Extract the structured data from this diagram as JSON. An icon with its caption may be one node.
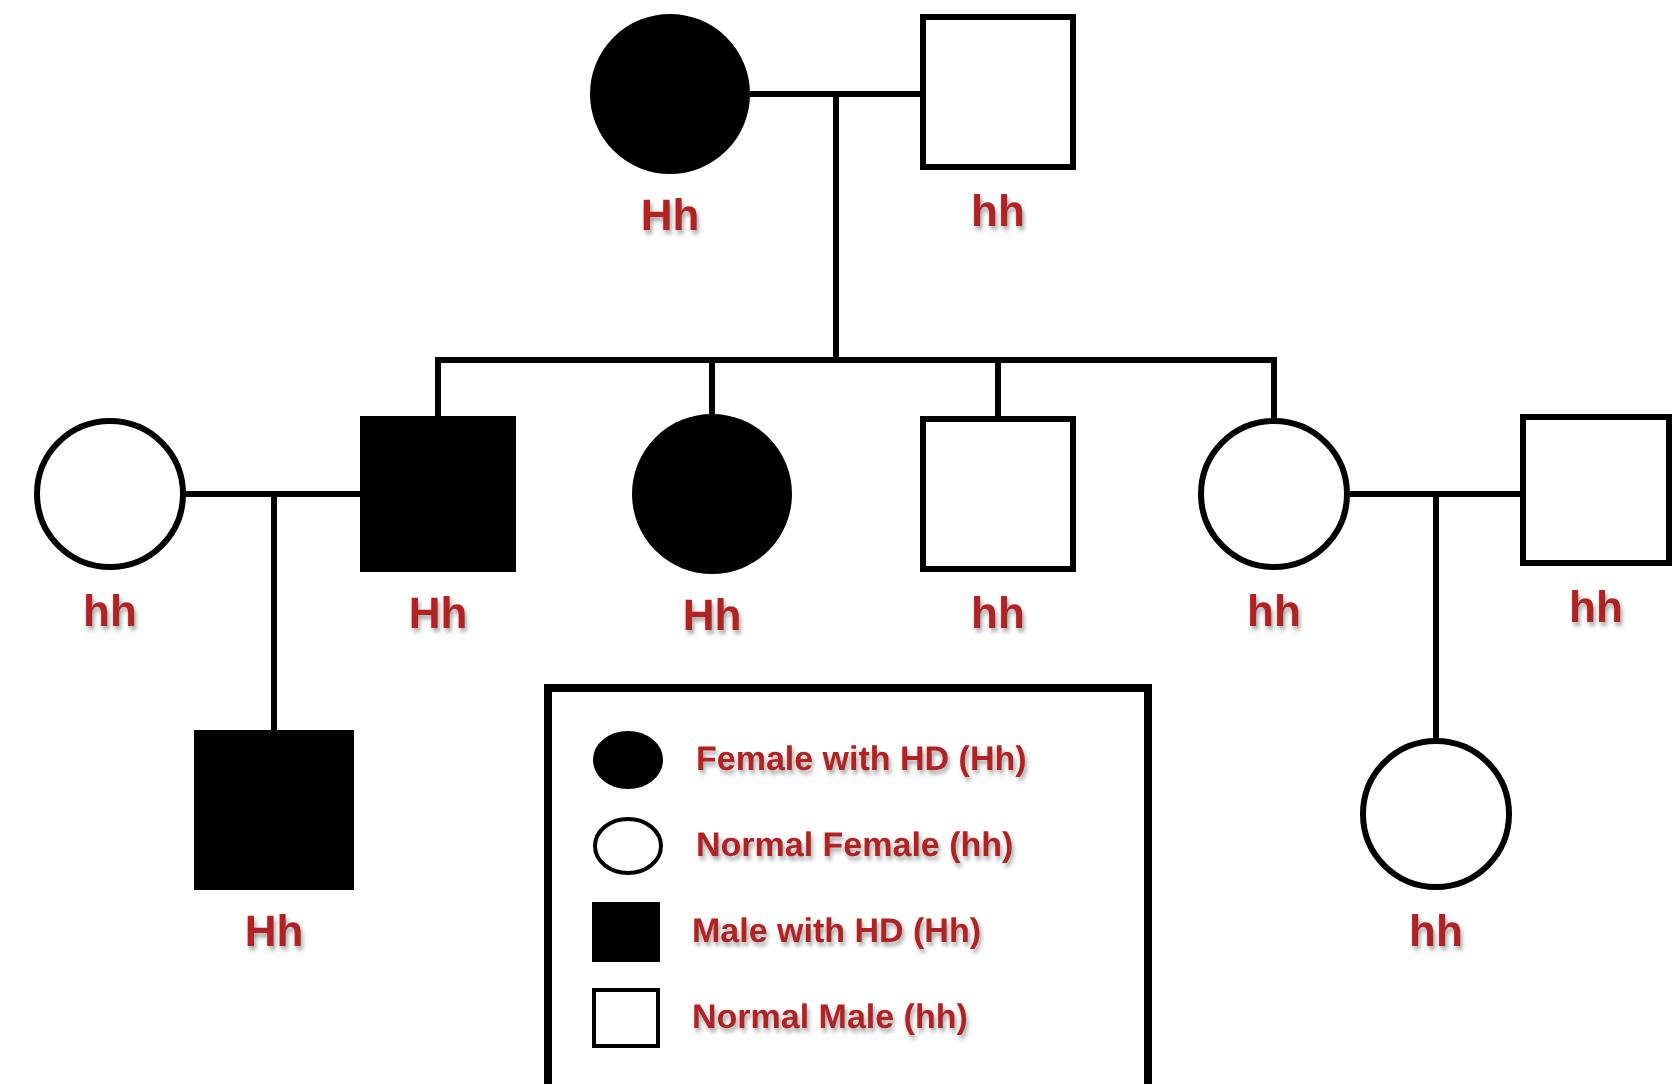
{
  "diagram": {
    "nodes": [
      {
        "text": [],
        "shape": "disc",
        "beside": [
          "Hh"
        ]
      },
      {
        "text": [],
        "shape": "box",
        "beside": [
          "hh"
        ]
      },
      {
        "text": [],
        "shape": "circle",
        "beside": [
          "hh"
        ]
      },
      {
        "text": [],
        "shape": "block",
        "beside": [
          "Hh"
        ]
      },
      {
        "text": [],
        "shape": "disc",
        "beside": [
          "Hh"
        ]
      },
      {
        "text": [],
        "shape": "box",
        "beside": [
          "hh"
        ]
      },
      {
        "text": [],
        "shape": "circle",
        "beside": [
          "hh"
        ]
      },
      {
        "text": [],
        "shape": "box",
        "beside": [
          "hh"
        ]
      },
      {
        "text": [],
        "shape": "block",
        "beside": [
          "Hh"
        ]
      },
      {
        "text": [],
        "shape": "circle",
        "beside": [
          "hh"
        ]
      }
    ],
    "edges": [
      {
        "from": 0,
        "to": 1,
        "arrow": "none"
      },
      {
        "from": 2,
        "to": 3,
        "arrow": "none"
      },
      {
        "from": 6,
        "to": 7,
        "arrow": "none"
      },
      {
        "from": null,
        "to": 3,
        "arrow": "none"
      },
      {
        "from": null,
        "to": 4,
        "arrow": "none"
      },
      {
        "from": null,
        "to": 5,
        "arrow": "none"
      },
      {
        "from": null,
        "to": 6,
        "arrow": "none"
      },
      {
        "from": null,
        "to": 8,
        "arrow": "none"
      },
      {
        "from": null,
        "to": 9,
        "arrow": "none"
      }
    ],
    "legend": [
      {
        "text": "Female with HD (Hh)"
      },
      {
        "text": "Normal Female (hh)"
      },
      {
        "text": "Male with HD (Hh)"
      },
      {
        "text": "Normal Male (hh)"
      }
    ]
  }
}
